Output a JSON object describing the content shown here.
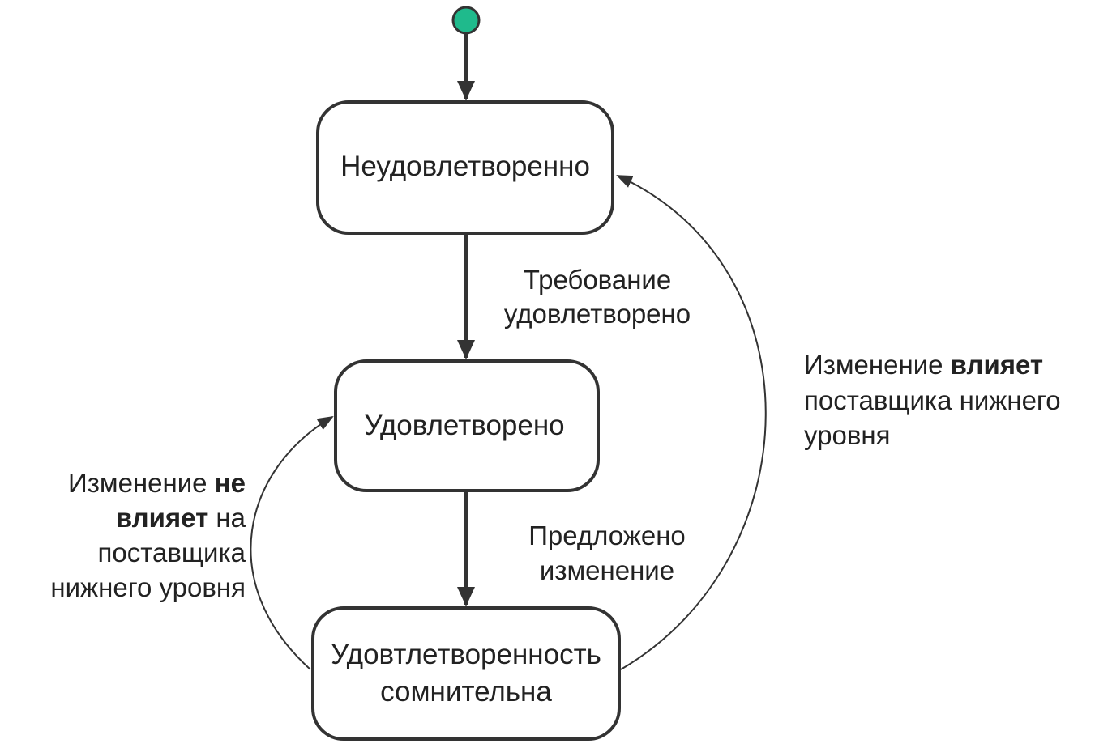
{
  "states": {
    "unsatisfied": "Неудовлетворенно",
    "satisfied": "Удовлетворено",
    "doubtful_line1": "Удовтлетворенность",
    "doubtful_line2": "сомнительна"
  },
  "transitions": {
    "requirement_met": {
      "line1": "Требование",
      "line2": "удовлетворено"
    },
    "change_proposed": {
      "line1": "Предложено",
      "line2": "изменение"
    },
    "change_affects": {
      "line1_normal": "Изменение ",
      "line1_bold": "влияет",
      "line2": "поставщика нижнего",
      "line3": "уровня"
    },
    "change_not_affects": {
      "line1_normal": "Изменение ",
      "line1_bold": "не",
      "line2_bold": "влияет",
      "line2_normal": " на",
      "line3": "поставщика",
      "line4": "нижнего уровня"
    }
  },
  "colors": {
    "initial_node": "#1fba8c",
    "stroke": "#333333",
    "text": "#222222"
  }
}
